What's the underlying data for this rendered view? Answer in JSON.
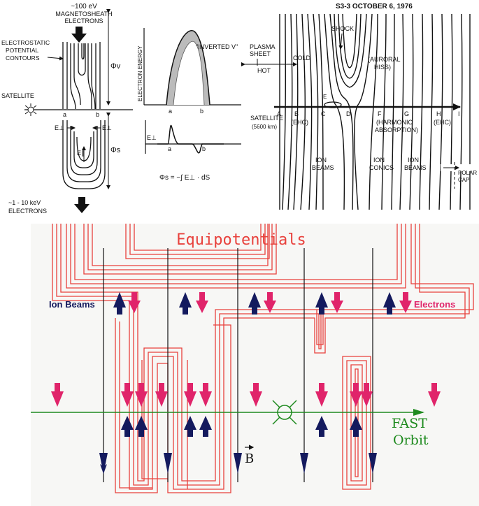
{
  "panel_a": {
    "magnetosheath": "~100 eV",
    "magnetosheath_2": "MAGNETOSHEATH",
    "magnetosheath_3": "ELECTRONS",
    "contours_1": "ELECTROSTATIC",
    "contours_2": "POTENTIAL",
    "contours_3": "CONTOURS",
    "phi_v": "Φv",
    "phi_s": "Φs",
    "satellite": "SATELLITE",
    "a": "a",
    "b": "b",
    "e_perp": "E⊥",
    "e_par": "E∥",
    "kev_1": "~1 - 10 keV",
    "kev_2": "ELECTRONS"
  },
  "panel_b": {
    "ylabel": "ELECTRON ENERGY",
    "inverted_v": "\"INVERTED V\"",
    "a": "a",
    "b": "b",
    "e_perp": "E⊥",
    "formula": "Φs = −∫ E⊥ · dS"
  },
  "panel_c": {
    "title": "S3-3   OCTOBER 6, 1976",
    "plasma_1": "PLASMA",
    "plasma_2": "SHEET",
    "cold": "COLD",
    "hot": "HOT",
    "shock": "SHOCK",
    "auroral_1": "(AURORAL",
    "auroral_2": "HISS)",
    "satellite_1": "SATELLITE",
    "satellite_2": "(5600 km)",
    "points": [
      "A",
      "B",
      "C",
      "D",
      "E",
      "F",
      "G",
      "H",
      "I"
    ],
    "ehc": "(EHC)",
    "harmonic_1": "(HARMONIC",
    "harmonic_2": "ABSORPTION)",
    "ion_beams_1": "ION",
    "ion_beams_2": "BEAMS",
    "ion_conics_1": "ION",
    "ion_conics_2": "CONICS",
    "polar_1": "POLAR",
    "polar_2": "CAP"
  },
  "panel_d": {
    "equipotentials": "Equipotentials",
    "ion_beams": "Ion Beams",
    "electrons": "Electrons",
    "b_field": "B",
    "fast": "FAST",
    "orbit": "Orbit"
  },
  "colors": {
    "equipotential_red": "#e8413c",
    "ion_navy": "#141a5e",
    "electron_magenta": "#e0246a",
    "orbit_green": "#1e8a1e",
    "panel_bg": "#f7f7f5"
  }
}
